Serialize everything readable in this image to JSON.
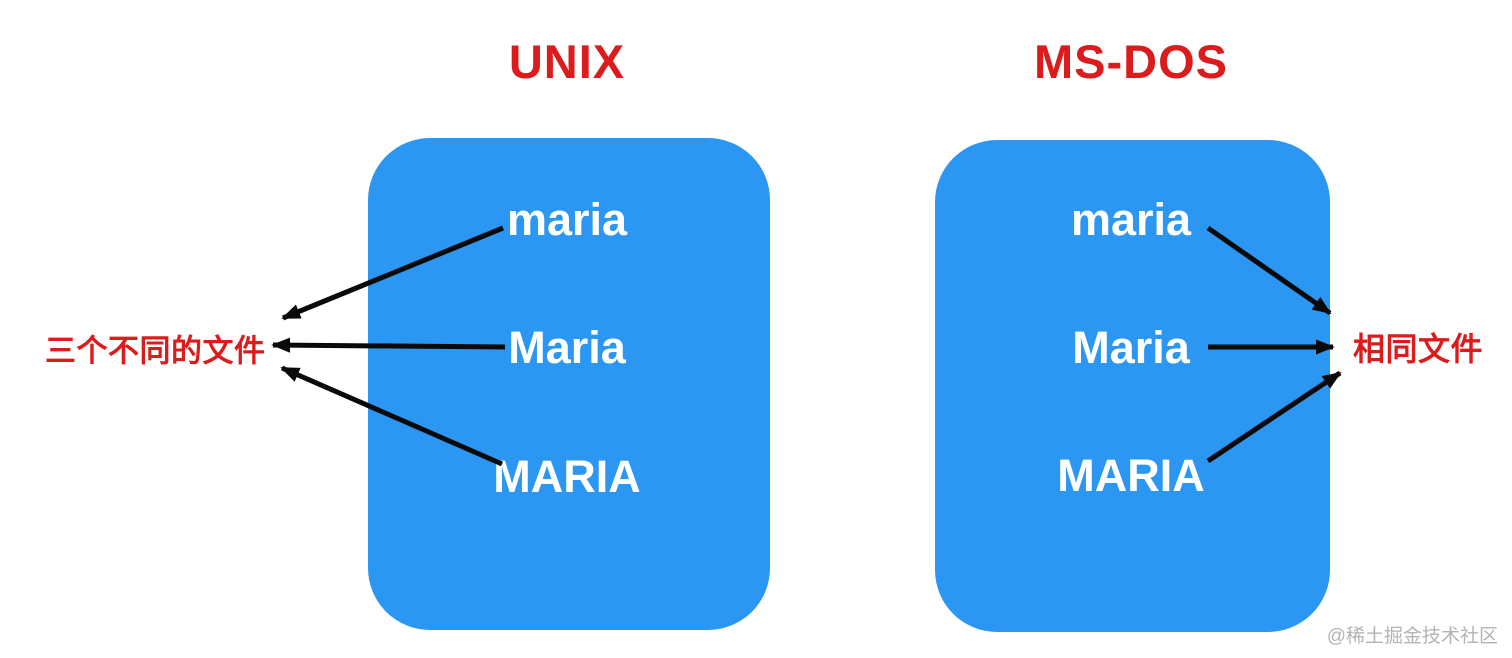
{
  "unix_panel": {
    "title": "UNIX",
    "files": [
      "maria",
      "Maria",
      "MARIA"
    ]
  },
  "msdos_panel": {
    "title": "MS-DOS",
    "files": [
      "maria",
      "Maria",
      "MARIA"
    ]
  },
  "labels": {
    "left": "三个不同的文件",
    "right": "相同文件"
  },
  "watermark": "@稀土掘金技术社区",
  "colors": {
    "panel_blue": "#2b97f3",
    "accent_red": "#dc1c1c",
    "arrow_black": "#0a0a0a",
    "watermark_gray": "#b3b3b3",
    "file_text_white": "#ffffff"
  }
}
